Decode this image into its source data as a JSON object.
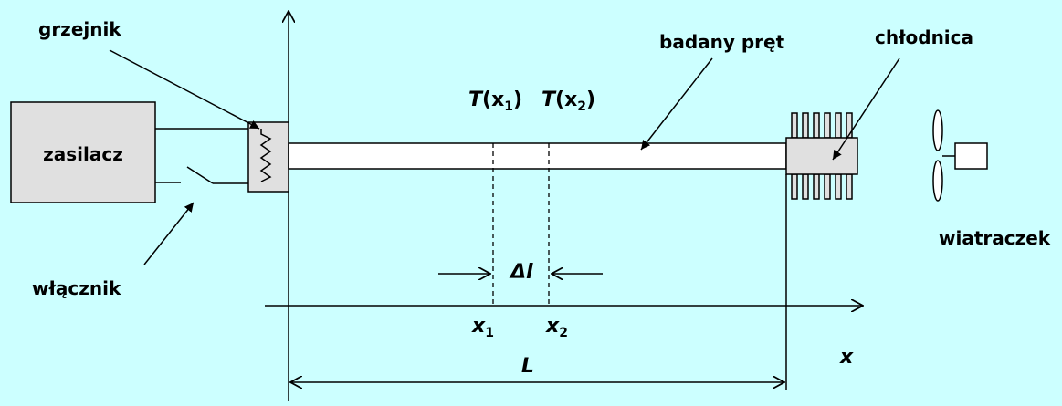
{
  "labels": {
    "grzejnik": "grzejnik",
    "zasilacz": "zasilacz",
    "wlacznik": "włącznik",
    "badany_pret": "badany pręt",
    "chlodnica": "chłodnica",
    "wiatraczek": "wiatraczek"
  },
  "points": {
    "T": "T",
    "x": "x",
    "open": "(",
    "close": ")",
    "sub1": "1",
    "sub2": "2"
  },
  "dims": {
    "delta_l": "Δl",
    "L": "L",
    "x_axis": "x"
  },
  "colors": {
    "background": "#ccffff",
    "component_fill": "#e0e0e0",
    "rod_fill": "#ffffff",
    "stroke": "#000000"
  }
}
